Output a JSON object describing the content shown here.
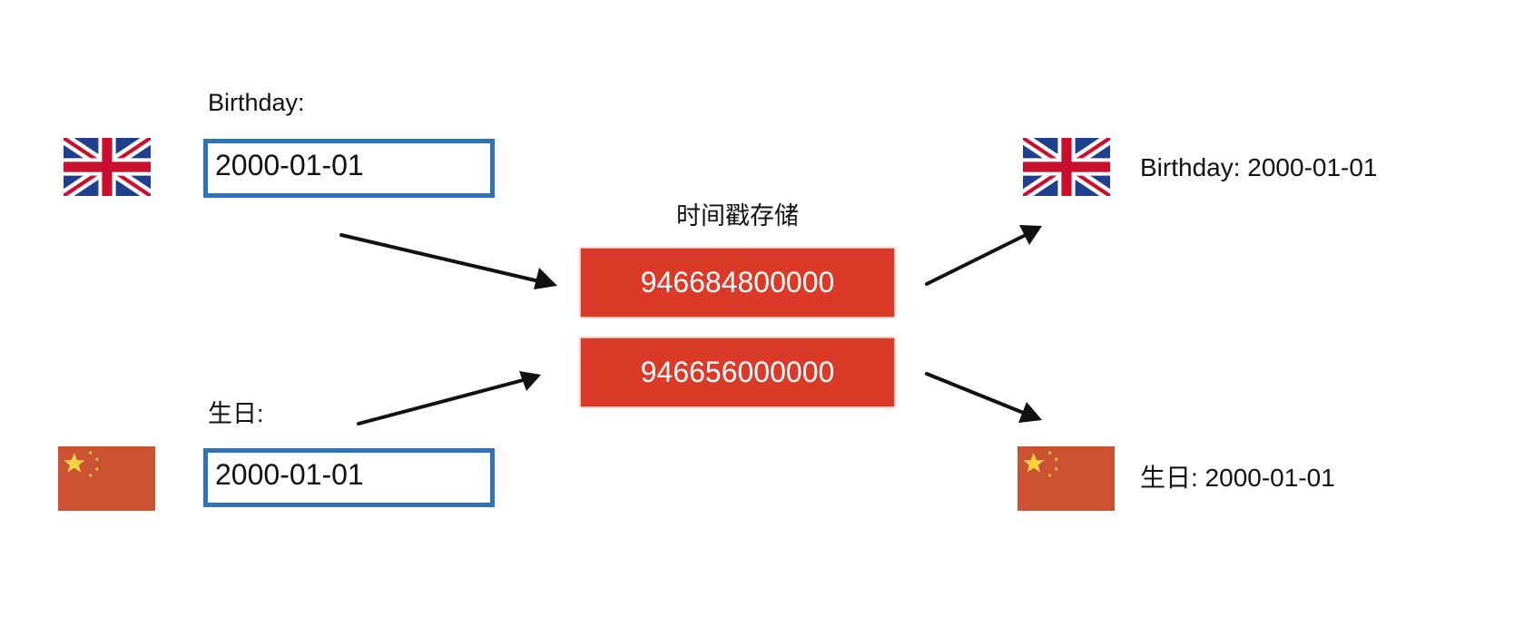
{
  "input_side": {
    "uk": {
      "flag_icon": "uk-flag-icon",
      "label": "Birthday:",
      "value": "2000-01-01"
    },
    "cn": {
      "flag_icon": "china-flag-icon",
      "label": "生日:",
      "value": "2000-01-01"
    }
  },
  "storage": {
    "caption": "时间戳存储",
    "timestamps": [
      "946684800000",
      "946656000000"
    ],
    "color": "#dc3a28"
  },
  "output_side": {
    "uk": {
      "flag_icon": "uk-flag-icon",
      "text": "Birthday: 2000-01-01"
    },
    "cn": {
      "flag_icon": "china-flag-icon",
      "text": "生日: 2000-01-01"
    }
  },
  "colors": {
    "input_border": "#2e74b5",
    "timestamp_box": "#dc3a28",
    "arrow": "#111111"
  }
}
